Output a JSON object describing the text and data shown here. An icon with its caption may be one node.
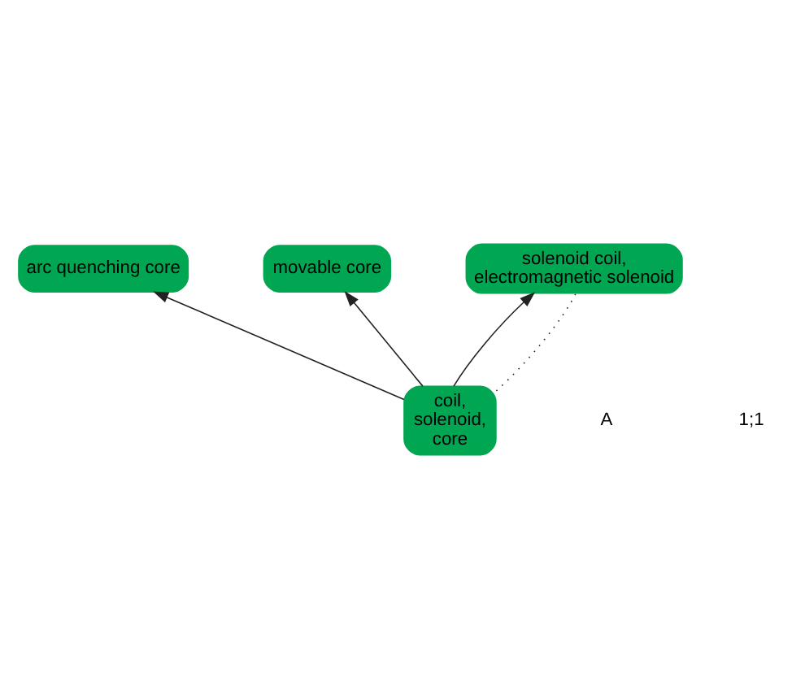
{
  "diagram": {
    "nodes": [
      {
        "text": [
          "arc quenching core"
        ]
      },
      {
        "text": [
          "movable core"
        ]
      },
      {
        "text": [
          "coil, solenoid, core"
        ]
      },
      {
        "text": [
          "solenoid coil, electromagnetic solenoid"
        ]
      }
    ],
    "edges": [
      {
        "from": 2,
        "to": 0,
        "arrow": "to"
      },
      {
        "from": 2,
        "to": 1,
        "arrow": "to"
      },
      {
        "from": 2,
        "to": 3,
        "arrow": "to"
      },
      {
        "from": 2,
        "to": 3,
        "arrow": "none",
        "style": "dashed"
      }
    ],
    "labels": [
      "A",
      "1;1"
    ]
  }
}
